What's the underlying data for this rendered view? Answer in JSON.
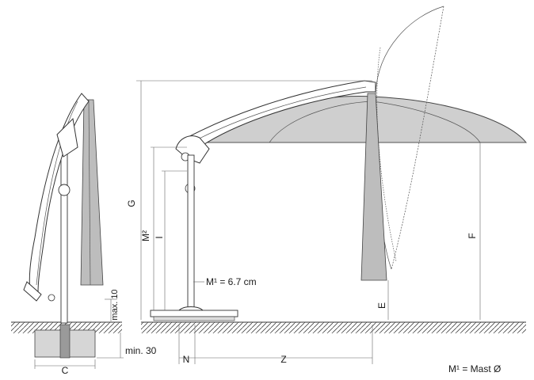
{
  "labels": {
    "max10": "max. 10",
    "min30": "min. 30",
    "c": "C",
    "n": "N",
    "z": "Z",
    "g": "G",
    "m2": "M²",
    "i": "I",
    "f": "F",
    "e": "E",
    "mast_diameter_value": "M¹ = 6.7 cm",
    "mast_legend": "M¹ = Mast Ø"
  }
}
